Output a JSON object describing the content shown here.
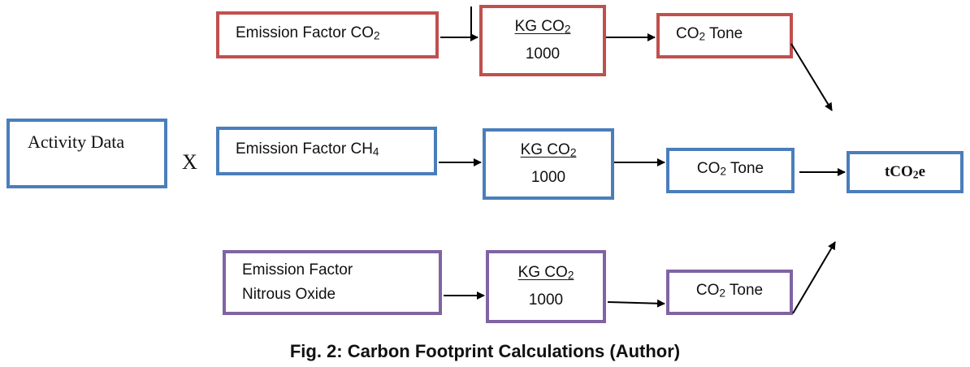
{
  "activity": {
    "label": "Activity Data"
  },
  "operator": "X",
  "rows": [
    {
      "factor_lines": [
        "Emission Factor CO"
      ],
      "factor_sub": "2",
      "kg_prefix": "KG CO",
      "kg_sub": "2",
      "denominator": "1000",
      "tone_prefix": "CO",
      "tone_sub": "2",
      "tone_suffix": " Tone"
    },
    {
      "factor_lines": [
        "Emission Factor CH"
      ],
      "factor_sub": "4",
      "kg_prefix": "KG CO",
      "kg_sub": "2",
      "denominator": "1000",
      "tone_prefix": "CO",
      "tone_sub": "2",
      "tone_suffix": " Tone"
    },
    {
      "factor_lines": [
        "Emission Factor",
        "Nitrous Oxide"
      ],
      "factor_sub": "",
      "kg_prefix": "KG CO",
      "kg_sub": "2",
      "denominator": "1000",
      "tone_prefix": "CO",
      "tone_sub": "2",
      "tone_suffix": " Tone"
    }
  ],
  "result": {
    "prefix": "tCO",
    "sub": "2",
    "suffix": "e"
  },
  "caption": "Fig. 2: Carbon Footprint Calculations (Author)",
  "colors": {
    "red": "#c0504d",
    "blue": "#4a7ebb",
    "purple": "#8064a2",
    "arrow": "#000000"
  }
}
